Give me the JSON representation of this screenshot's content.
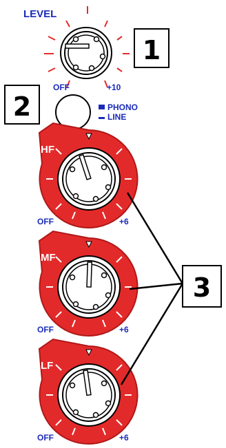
{
  "colors": {
    "accent_red": "#e32a2a",
    "label_blue": "#1a2bb8"
  },
  "level": {
    "label": "LEVEL",
    "min_label": "OFF",
    "max_label": "+10",
    "callout": "1"
  },
  "input_select": {
    "callout": "2",
    "option_1": "PHONO",
    "option_2": "LINE"
  },
  "eq": {
    "callout": "3",
    "bands": [
      {
        "label": "HF",
        "min_label": "OFF",
        "max_label": "+6"
      },
      {
        "label": "MF",
        "min_label": "OFF",
        "max_label": "+6"
      },
      {
        "label": "LF",
        "min_label": "OFF",
        "max_label": "+6"
      }
    ]
  }
}
